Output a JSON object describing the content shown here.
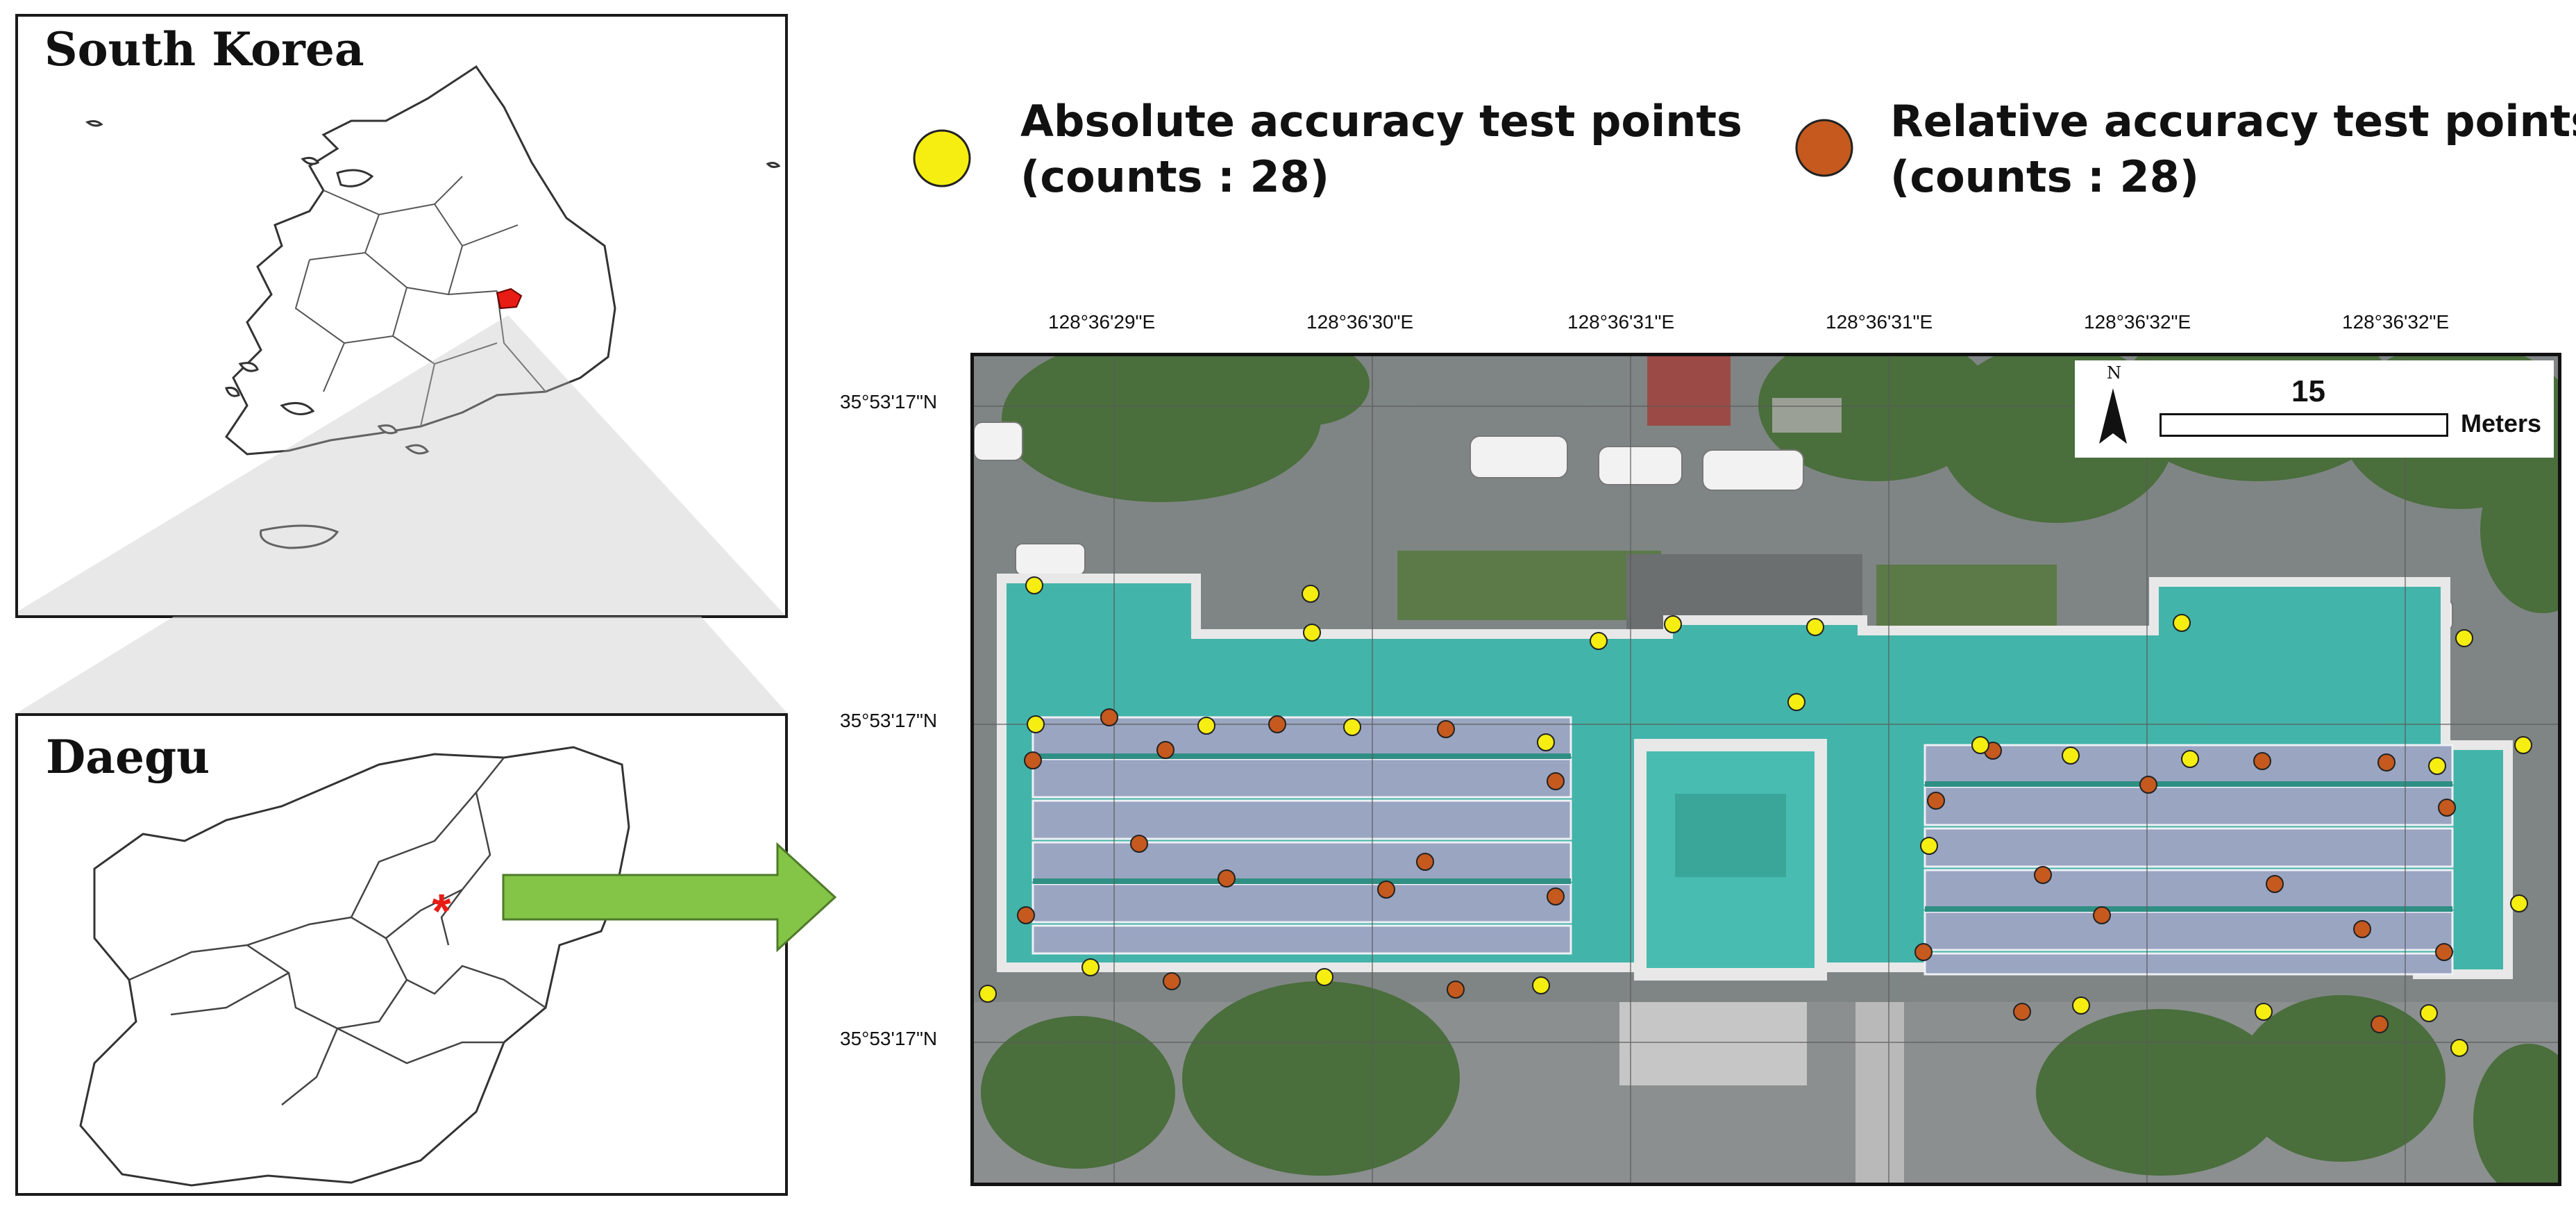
{
  "inset_korea": {
    "title": "South Korea"
  },
  "inset_daegu": {
    "title": "Daegu"
  },
  "legend": {
    "absolute": {
      "line1": "Absolute accuracy test points",
      "line2": "(counts : 28)",
      "color": "#f5ee10"
    },
    "relative": {
      "line1": "Relative accuracy test points",
      "line2": "(counts : 28)",
      "color": "#c5591e"
    }
  },
  "grid": {
    "lon_labels": [
      "128°36'29\"E",
      "128°36'30\"E",
      "128°36'31\"E",
      "128°36'31\"E",
      "128°36'32\"E",
      "128°36'32\"E"
    ],
    "lat_labels": [
      "35°53'17\"N",
      "35°53'17\"N",
      "35°53'17\"N"
    ]
  },
  "scale_bar": {
    "value": "15",
    "unit": "Meters",
    "north_label": "N"
  },
  "colors": {
    "arrow": "#84c447",
    "highlight": "#e81c14",
    "roof": "#43b4a9",
    "panel": "#9aa5c2",
    "tree": "#4a6e3c",
    "road": "#8c8c8c"
  },
  "icons": [
    "north-arrow-icon",
    "right-arrow-icon",
    "location-star-icon"
  ]
}
